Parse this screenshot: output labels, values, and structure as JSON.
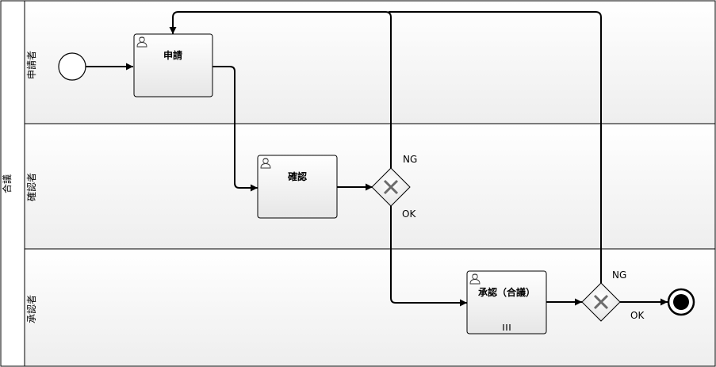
{
  "pool": {
    "label": "合議"
  },
  "lanes": [
    {
      "id": "applicant",
      "label": "申請者"
    },
    {
      "id": "confirmer",
      "label": "確認者"
    },
    {
      "id": "approver",
      "label": "承認者"
    }
  ],
  "tasks": [
    {
      "id": "apply",
      "label": "申請",
      "type": "user-task"
    },
    {
      "id": "confirm",
      "label": "確認",
      "type": "user-task"
    },
    {
      "id": "approve",
      "label": "承認（合議）",
      "type": "user-task",
      "marker": "parallel-multi-instance"
    }
  ],
  "gateways": [
    {
      "id": "gw1",
      "type": "exclusive",
      "out_labels": {
        "reject": "NG",
        "accept": "OK"
      }
    },
    {
      "id": "gw2",
      "type": "exclusive",
      "out_labels": {
        "reject": "NG",
        "accept": "OK"
      }
    }
  ],
  "events": [
    {
      "id": "start",
      "type": "start"
    },
    {
      "id": "end",
      "type": "end"
    }
  ],
  "icons": {
    "task_type": "user-icon",
    "gateway": "exclusive-x-icon",
    "multi_instance": "parallel-bars-icon"
  },
  "colors": {
    "stroke": "#000000",
    "lane_bg_top": "#ffffff",
    "lane_bg_bottom": "#eeeeee",
    "gateway_x": "#6b6b6b",
    "task_bg_top": "#ffffff",
    "task_bg_bottom": "#e8e8e8"
  }
}
